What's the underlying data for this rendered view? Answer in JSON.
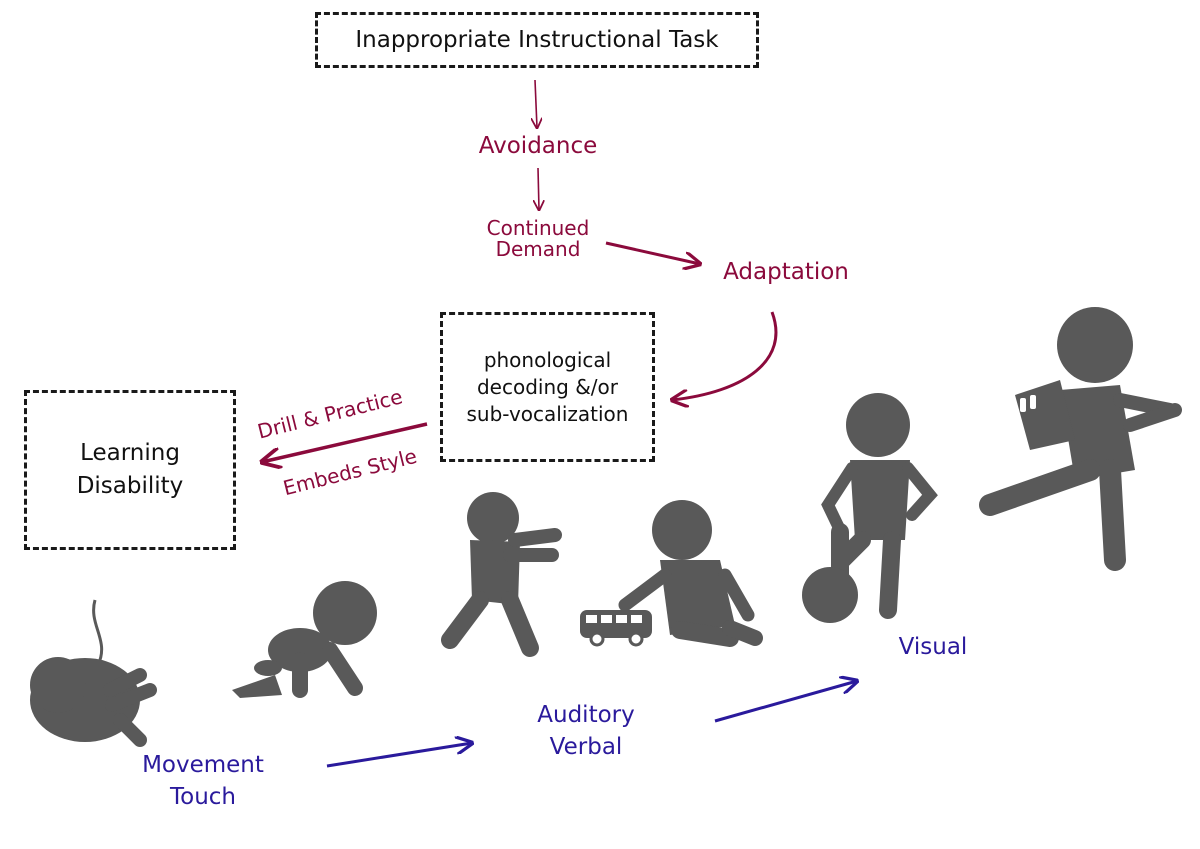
{
  "top_box": "Inappropriate Instructional Task",
  "chain": {
    "avoidance": "Avoidance",
    "continued_demand_1": "Continued",
    "continued_demand_2": "Demand",
    "adaptation": "Adaptation"
  },
  "phono_box": {
    "line1": "phonological",
    "line2": "decoding &/or",
    "line3": "sub-vocalization"
  },
  "arrow_labels": {
    "top": "Drill & Practice",
    "bottom": "Embeds Style"
  },
  "ld_box": {
    "line1": "Learning",
    "line2": "Disability"
  },
  "stages": {
    "movement": "Movement",
    "touch": "Touch",
    "auditory": "Auditory",
    "verbal": "Verbal",
    "visual": "Visual"
  },
  "colors": {
    "maroon": "#8b0a3c",
    "blue": "#2a1a9c",
    "figure": "#595959",
    "box_border": "#1a1a1a"
  }
}
